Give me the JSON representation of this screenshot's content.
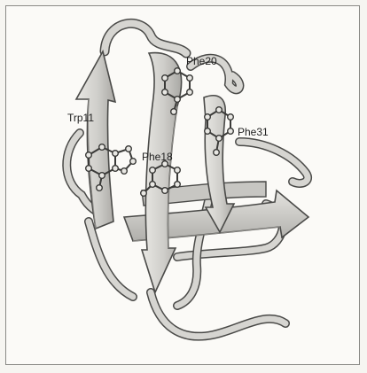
{
  "labels": {
    "phe20": "Phe20",
    "trp11": "Trp11",
    "phe31": "Phe31",
    "phe18": "Phe18"
  },
  "colors": {
    "strand_fill": "#cfceca",
    "strand_dark": "#8d8c88",
    "outline": "#4a4a48",
    "coil": "#c9c8c4",
    "atom": "#e8e7e3"
  }
}
